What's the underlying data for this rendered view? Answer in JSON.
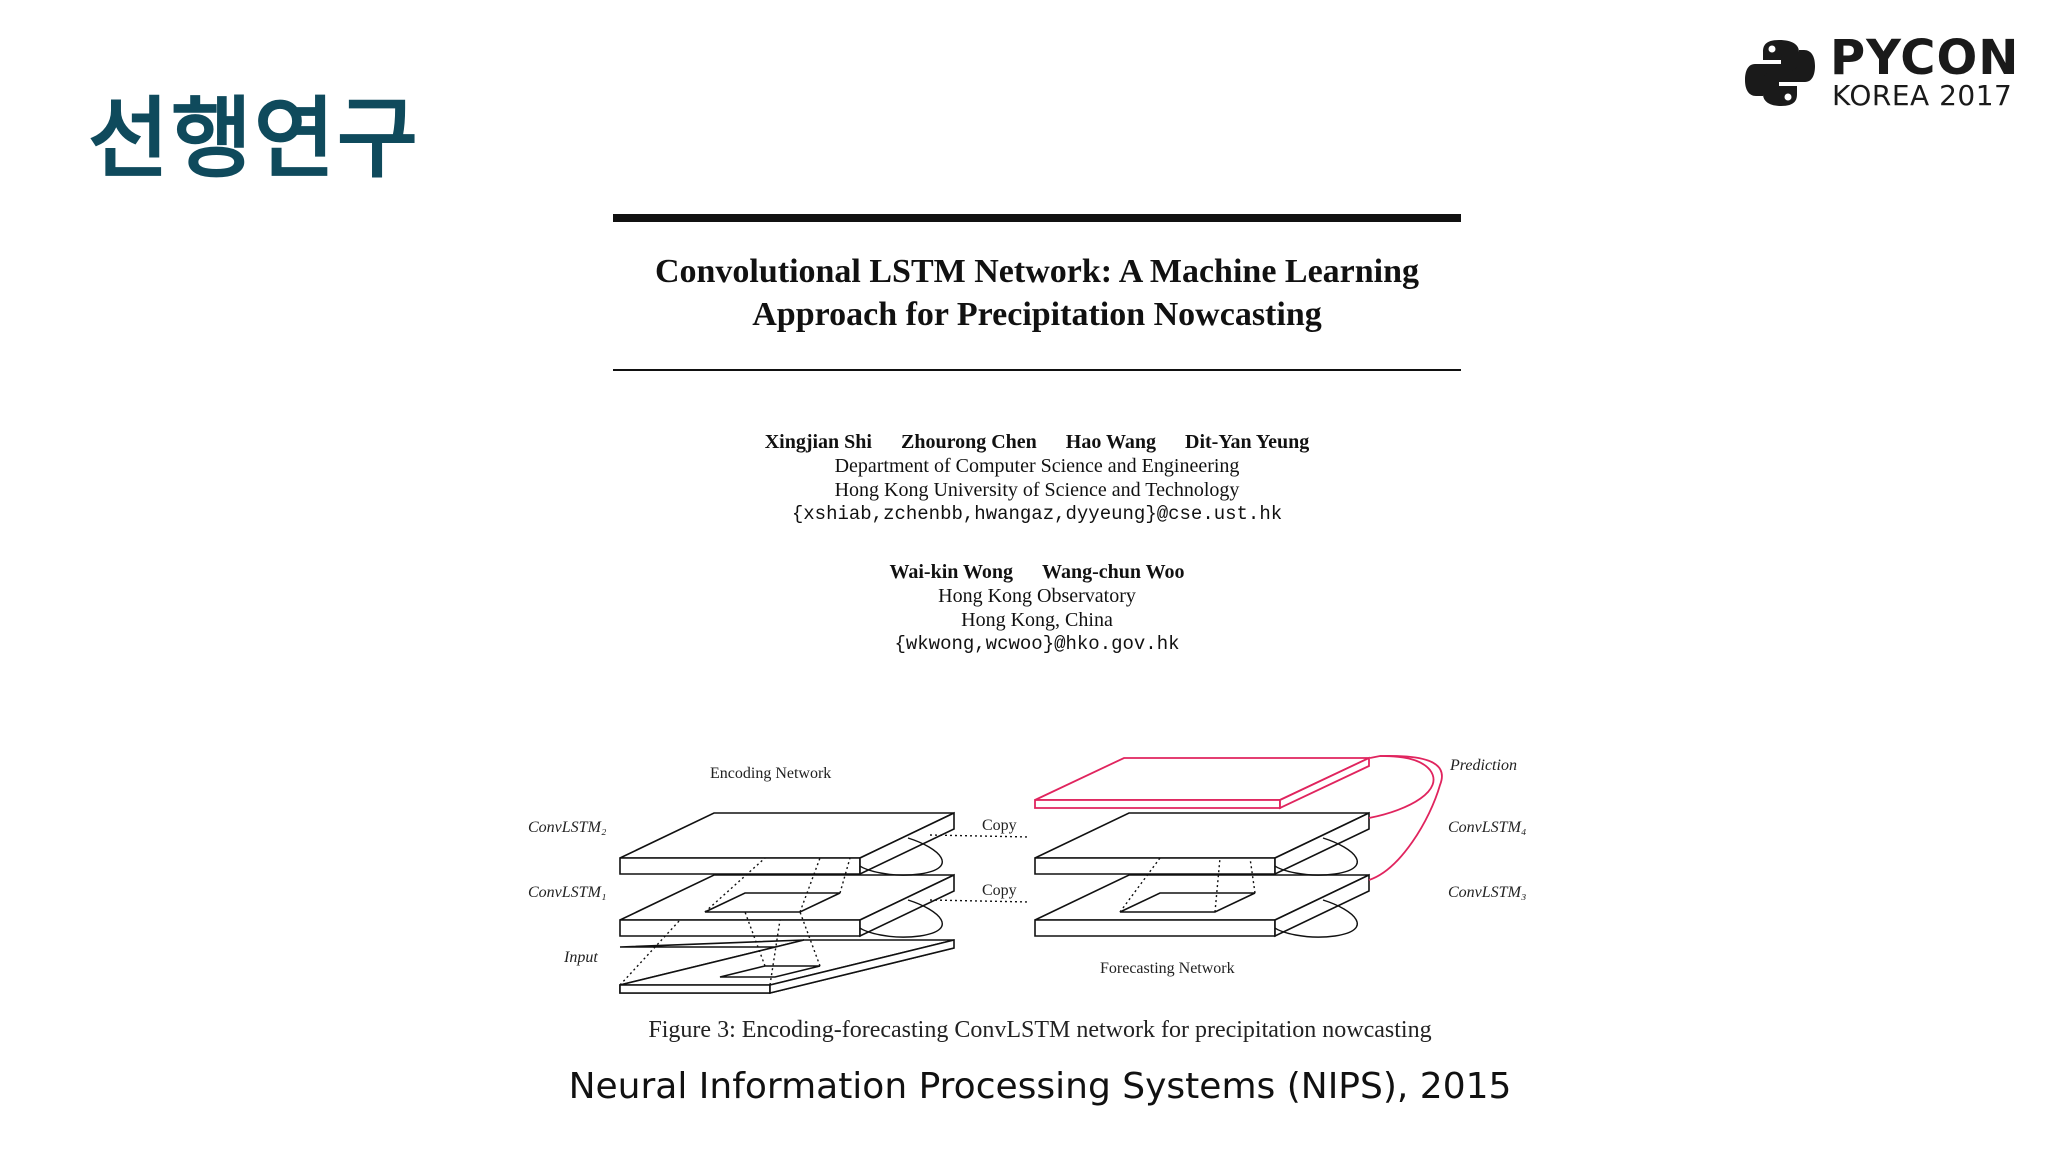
{
  "slide": {
    "title": "선행연구",
    "logo_word": "PYCON",
    "logo_sub": "KOREA 2017"
  },
  "paper": {
    "title_line1": "Convolutional LSTM Network: A Machine Learning",
    "title_line2": "Approach for Precipitation Nowcasting",
    "group1": {
      "authors": [
        "Xingjian Shi",
        "Zhourong Chen",
        "Hao Wang",
        "Dit-Yan Yeung"
      ],
      "affiliation1": "Department of Computer Science and Engineering",
      "affiliation2": "Hong Kong University of Science and Technology",
      "email": "{xshiab,zchenbb,hwangaz,dyyeung}@cse.ust.hk"
    },
    "group2": {
      "authors": [
        "Wai-kin Wong",
        "Wang-chun Woo"
      ],
      "affiliation1": "Hong Kong Observatory",
      "affiliation2": "Hong Kong, China",
      "email": "{wkwong,wcwoo}@hko.gov.hk"
    }
  },
  "figure": {
    "encoding_label": "Encoding Network",
    "forecasting_label": "Forecasting Network",
    "prediction_label": "Prediction",
    "copy_label": "Copy",
    "left_layers": [
      "ConvLSTM₂",
      "ConvLSTM₁",
      "Input"
    ],
    "right_layers": [
      "ConvLSTM₄",
      "ConvLSTM₃"
    ],
    "caption": "Figure 3: Encoding-forecasting ConvLSTM network for precipitation nowcasting",
    "accent_color": "#e0245e"
  },
  "venue": "Neural Information Processing Systems (NIPS), 2015"
}
